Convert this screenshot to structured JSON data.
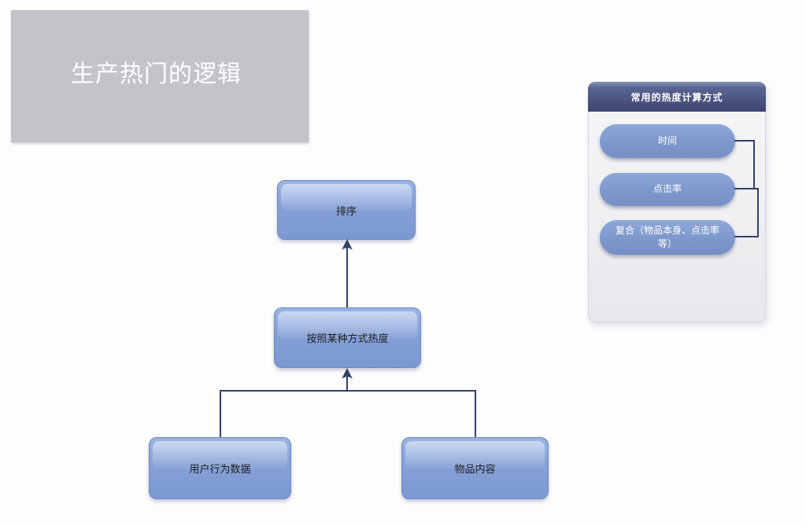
{
  "title": {
    "text": "生产热门的逻辑"
  },
  "flowchart": {
    "nodes": [
      {
        "id": "sort",
        "label": "排序"
      },
      {
        "id": "method",
        "label": "按照某种方式热度"
      },
      {
        "id": "user-behavior",
        "label": "用户行为数据"
      },
      {
        "id": "item-content",
        "label": "物品内容"
      }
    ],
    "edges": [
      {
        "from": "method",
        "to": "sort"
      },
      {
        "from": "user-behavior",
        "to": "method"
      },
      {
        "from": "item-content",
        "to": "method"
      }
    ]
  },
  "panel": {
    "header": "常用的热度计算方式",
    "items": [
      {
        "label": "时间"
      },
      {
        "label": "点击率"
      },
      {
        "label": "复合（物品本身、点击率等）"
      }
    ],
    "connections": [
      {
        "from": "时间",
        "to": "点击率"
      },
      {
        "from": "点击率",
        "to": "复合（物品本身、点击率等）"
      }
    ]
  },
  "colors": {
    "node_fill": "#7e9ad3",
    "node_border": "#6d89c2",
    "connector": "#33406a",
    "panel_header_top": "#6b76a4",
    "panel_header_bottom": "#3b466f",
    "panel_body": "#f0f0f4",
    "pill_fill": "#7b96cb",
    "title_box_bg": "#c2c4ca",
    "title_text": "#ffffff"
  }
}
